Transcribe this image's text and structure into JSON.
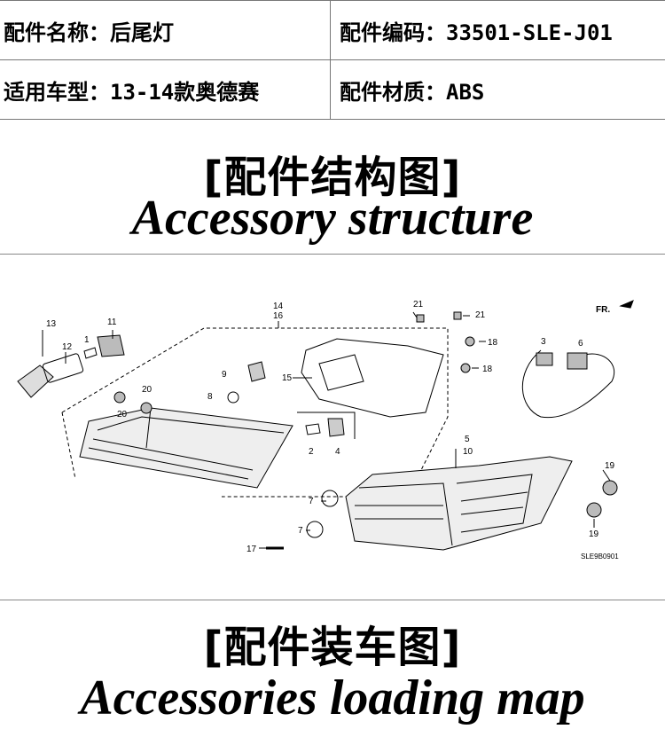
{
  "info": {
    "part_name": "配件名称：后尾灯",
    "part_code": "配件编码：33501-SLE-J01",
    "model": "适用车型：13-14款奥德赛",
    "material": "配件材质：ABS"
  },
  "structure": {
    "title_cn": "[配件结构图]",
    "title_en": "Accessory structure"
  },
  "diagram": {
    "direction_label": "FR.",
    "reference_code": "SLE9B0901",
    "callouts": [
      "13",
      "12",
      "11",
      "1",
      "9",
      "8",
      "20",
      "20",
      "14",
      "16",
      "15",
      "21",
      "21",
      "18",
      "18",
      "2",
      "4",
      "3",
      "6",
      "5",
      "10",
      "19",
      "19",
      "7",
      "7",
      "17"
    ]
  },
  "loading": {
    "title_cn": "[配件装车图]",
    "title_en": "Accessories loading map"
  }
}
